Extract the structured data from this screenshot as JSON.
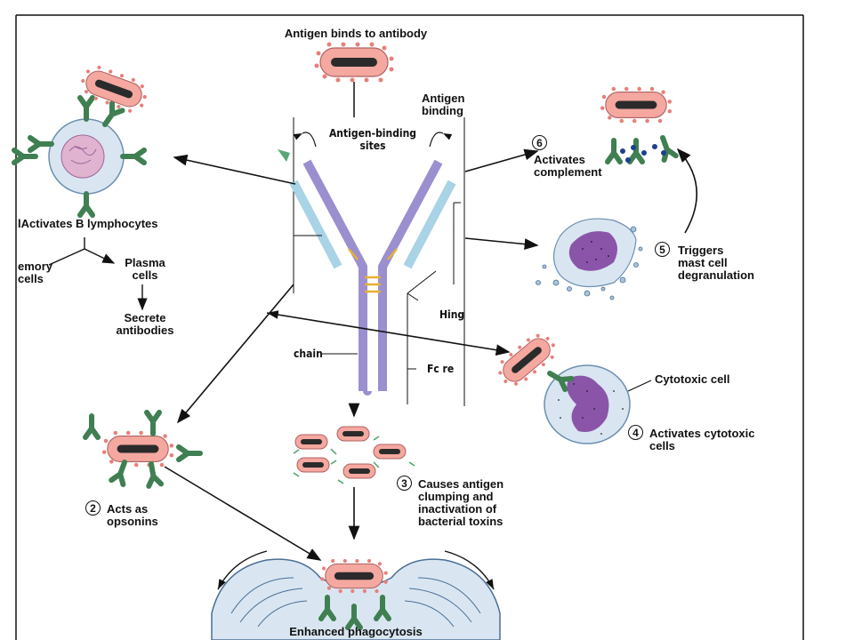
{
  "labels": {
    "antigen_binds": "Antigen binds to antibody",
    "antigen_binding_1": "Antigen",
    "antigen_binding_2": "binding",
    "binding_sites_1": "Antigen-binding",
    "binding_sites_2": "sites",
    "activates_b": "Activates B lymphocytes",
    "memory_1": "emory",
    "memory_2": "cells",
    "plasma_1": "Plasma",
    "plasma_2": "cells",
    "secrete_1": "Secrete",
    "secrete_2": "antibodies",
    "chain": "chain",
    "hinge": "Hing",
    "fc": "Fc re",
    "step6_num": "6",
    "step6_1": "Activates",
    "step6_2": "complement",
    "step5_num": "5",
    "step5_1": "Triggers",
    "step5_2": "mast cell",
    "step5_3": "degranulation",
    "cytotoxic_cell": "Cytotoxic cell",
    "step4_num": "4",
    "step4_1": "Activates cytotoxic",
    "step4_2": "cells",
    "step3_num": "3",
    "step3_1": "Causes antigen",
    "step3_2": "clumping and",
    "step3_3": "inactivation of",
    "step3_4": "bacterial toxins",
    "step2_num": "2",
    "step2_1": "Acts as",
    "step2_2": "opsonins",
    "enhanced": "Enhanced phagocytosis"
  },
  "colors": {
    "antigen_fill": "#f4a8a0",
    "antigen_core": "#2b2b2b",
    "antigen_dots": "#e8807a",
    "antibody_green": "#3f7f52",
    "heavy_chain": "#9b8fd0",
    "light_chain": "#a9d3e6",
    "disulfide": "#e8b030",
    "cell_blue": "#d9e6f2",
    "nucleus_purple": "#8a55a8",
    "complement_blue": "#1d3f8f"
  }
}
